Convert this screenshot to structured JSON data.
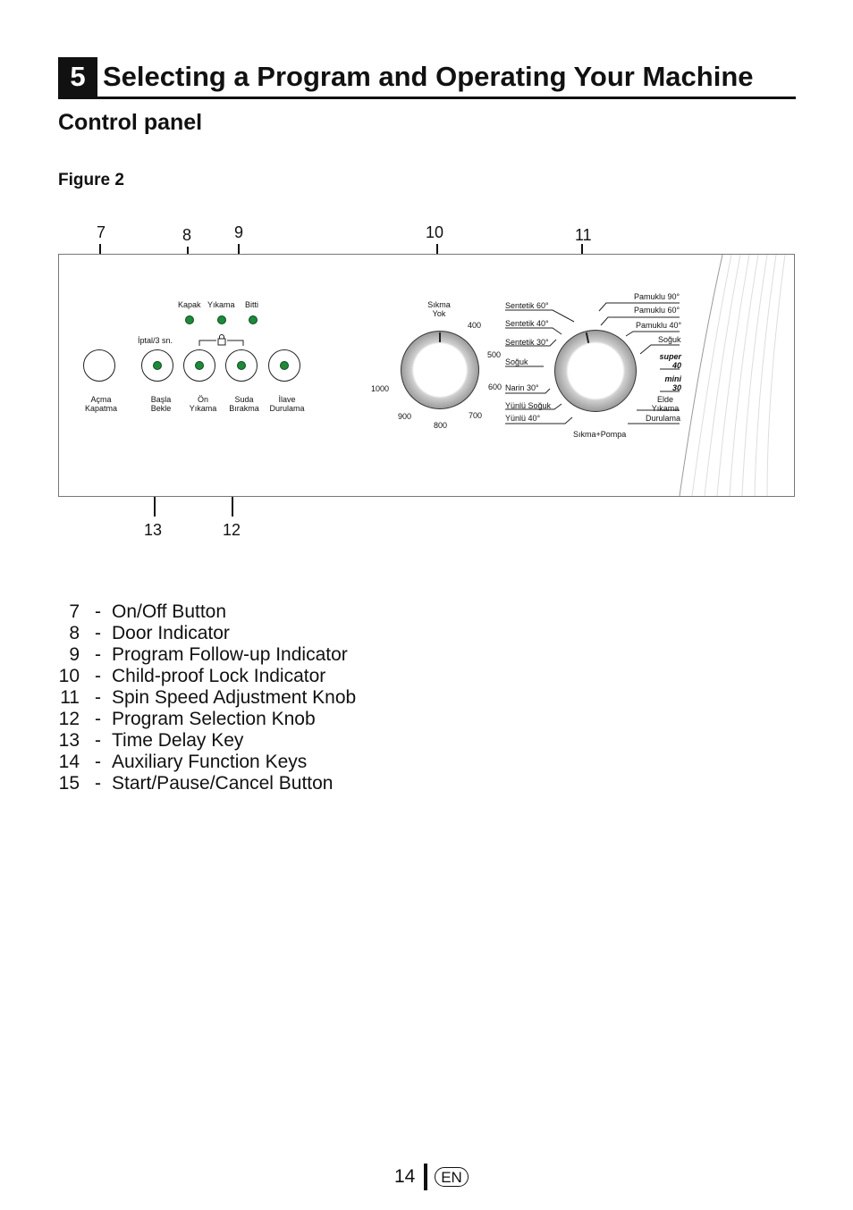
{
  "section": {
    "number": "5",
    "title": "Selecting a Program and Operating Your Machine"
  },
  "subheading": "Control panel",
  "figure_label": "Figure 2",
  "callouts": {
    "c7": "7",
    "c8": "8",
    "c9": "9",
    "c10": "10",
    "c11": "11",
    "c12": "12",
    "c13": "13"
  },
  "panel": {
    "indicators": {
      "kapak": "Kapak",
      "yikama": "Yıkama",
      "bitti": "Bitti"
    },
    "iptal_label": "İptal/3 sn.",
    "buttons": {
      "onoff": [
        "Açma",
        "Kapatma"
      ],
      "start": [
        "Başla",
        "Bekle"
      ],
      "prewash": [
        "Ön",
        "Yıkama"
      ],
      "rinsehold": [
        "Suda",
        "Bırakma"
      ],
      "extrarinse": [
        "İlave",
        "Durulama"
      ]
    },
    "spin": {
      "top": [
        "Sıkma",
        "Yok"
      ],
      "speeds": {
        "s400": "400",
        "s500": "500",
        "s600": "600",
        "s700": "700",
        "s800": "800",
        "s900": "900",
        "s1000": "1000"
      }
    },
    "programs_left": {
      "p1": "Sentetik 60°",
      "p2": "Sentetik 40°",
      "p3": "Sentetik 30°",
      "p4": "Soğuk",
      "p5": "Narin 30°",
      "p6": "Yünlü Soğuk",
      "p7": "Yünlü 40°"
    },
    "program_bottom": "Sıkma+Pompa",
    "programs_right": {
      "p1": "Pamuklu 90°",
      "p2": "Pamuklu 60°",
      "p3": "Pamuklu 40°",
      "p4": "Soğuk",
      "super": [
        "super",
        "40"
      ],
      "mini": [
        "mini",
        "30"
      ],
      "hand": [
        "Elde",
        "Yıkama"
      ],
      "rinse": "Durulama"
    }
  },
  "legend": [
    {
      "num": "7",
      "text": "On/Off Button"
    },
    {
      "num": "8",
      "text": "Door Indicator"
    },
    {
      "num": "9",
      "text": "Program Follow-up Indicator"
    },
    {
      "num": "10",
      "text": "Child-proof Lock Indicator"
    },
    {
      "num": "11",
      "text": "Spin Speed Adjustment Knob"
    },
    {
      "num": "12",
      "text": "Program Selection Knob"
    },
    {
      "num": "13",
      "text": "Time Delay Key"
    },
    {
      "num": "14",
      "text": "Auxiliary Function Keys"
    },
    {
      "num": "15",
      "text": "Start/Pause/Cancel Button"
    }
  ],
  "dash": "-",
  "footer": {
    "page": "14",
    "lang": "EN"
  }
}
